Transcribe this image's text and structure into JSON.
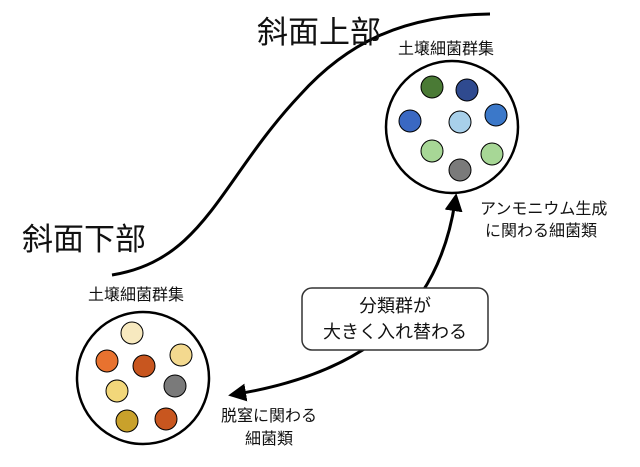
{
  "labels": {
    "upper_slope": "斜面上部",
    "lower_slope": "斜面下部",
    "soil_community_upper": "土壌細菌群集",
    "soil_community_lower": "土壌細菌群集",
    "ammonium_line1": "アンモニウム生成",
    "ammonium_line2": "に関わる細菌類",
    "denitrification_line1": "脱窒に関わる",
    "denitrification_line2": "細菌類",
    "box_line1": "分類群が",
    "box_line2": "大きく入れ替わる"
  },
  "colors": {
    "upper_bacteria": [
      "#4a7a35",
      "#2f4a8f",
      "#3a68c2",
      "#a8d0ea",
      "#3b78c9",
      "#a7d796",
      "#a7d796",
      "#7a7a7a"
    ],
    "lower_bacteria": [
      "#f7e9bf",
      "#e8722f",
      "#c8561f",
      "#f3d98f",
      "#f2d77a",
      "#7a7a7a",
      "#c9a12b",
      "#c8561f"
    ]
  }
}
